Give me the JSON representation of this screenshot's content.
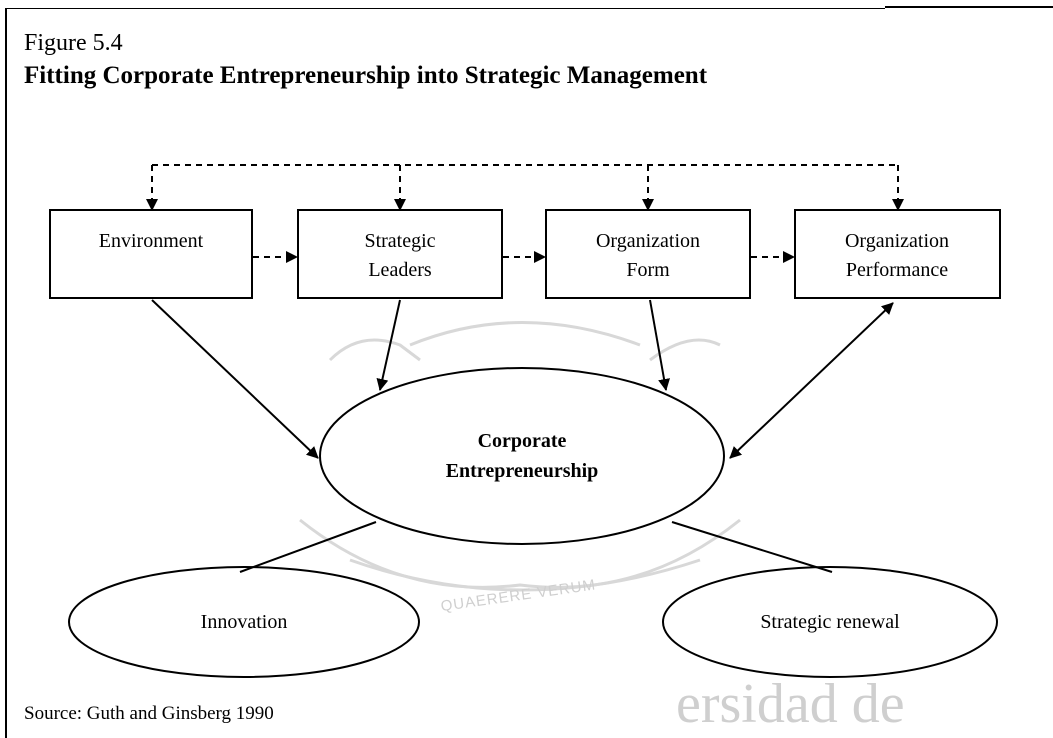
{
  "figure": {
    "number": "Figure 5.4",
    "title": "Fitting Corporate Entrepreneurship into Strategic Management",
    "source": "Source: Guth and Ginsberg 1990"
  },
  "boxes": [
    {
      "line1": "Environment",
      "line2": ""
    },
    {
      "line1": "Strategic",
      "line2": "Leaders"
    },
    {
      "line1": "Organization",
      "line2": "Form"
    },
    {
      "line1": "Organization",
      "line2": "Performance"
    }
  ],
  "center": {
    "line1": "Corporate",
    "line2": "Entrepreneurship"
  },
  "outcomes": [
    {
      "label": "Innovation"
    },
    {
      "label": "Strategic renewal"
    }
  ],
  "watermark": {
    "motto": "QUAERERE VERUM",
    "text": "ersidad de"
  },
  "colors": {
    "ink": "#000000",
    "watermark": "#cfcfcf"
  }
}
